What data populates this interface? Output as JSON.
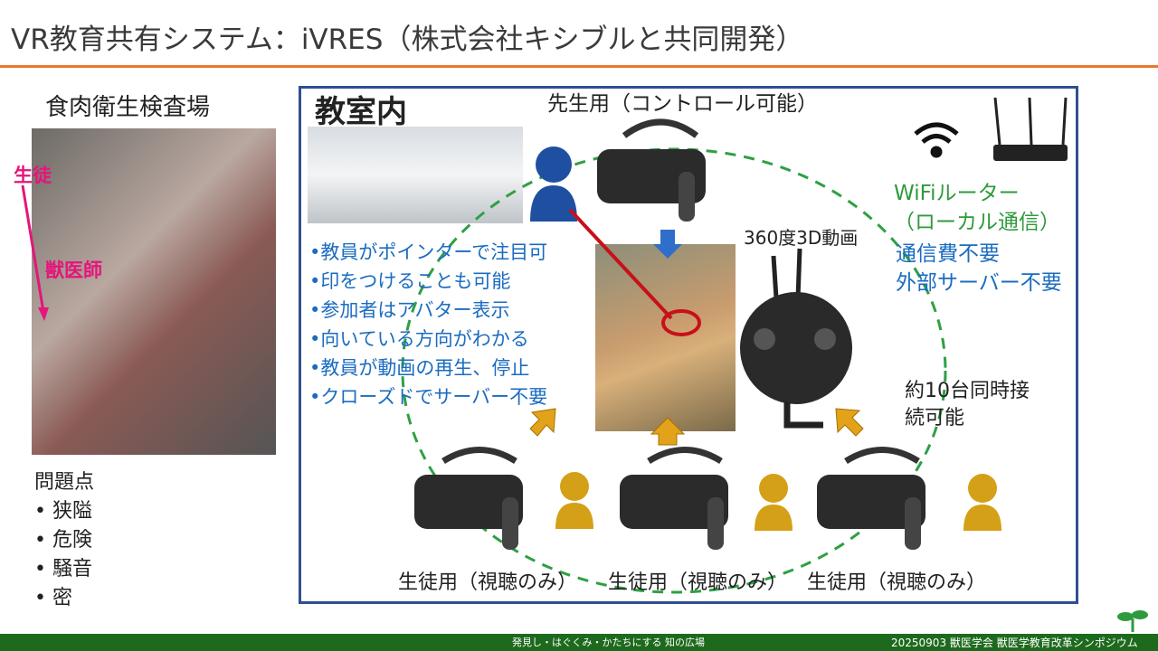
{
  "title": "VR教育共有システム：iVRES（株式会社キシブルと共同開発）",
  "left": {
    "heading": "食肉衛生検査場",
    "label_student": "生徒",
    "label_vet": "獣医師",
    "problems_title": "問題点",
    "problems": [
      "• 狭隘",
      "• 危険",
      "• 騒音",
      "• 密"
    ]
  },
  "room": {
    "heading": "教室内",
    "teacher_label": "先生用（コントロール可能）",
    "bullets": [
      "•教員がポインターで注目可",
      "•印をつけることも可能",
      "•参加者はアバター表示",
      "•向いている方向がわかる",
      "•教員が動画の再生、停止",
      "•クローズドでサーバー不要"
    ],
    "camera_label": "360度3D動画",
    "wifi_line1": "WiFiルーター",
    "wifi_line2": "（ローカル通信）",
    "cost_line1": "通信費不要",
    "cost_line2": "外部サーバー不要",
    "count_line1": "約10台同時接",
    "count_line2": "続可能",
    "student_labels": [
      "生徒用（視聴のみ）",
      "生徒用（視聴のみ）",
      "生徒用（視聴のみ）"
    ]
  },
  "footer": {
    "slogan": "発見し・はぐくみ・かたちにする 知の広場",
    "event": "20250903 獣医学会 獣医学教育改革シンポジウム"
  },
  "colors": {
    "accent": "#e8772e",
    "frame": "#2f4f8f",
    "blue_text": "#1b6cc0",
    "green_text": "#2e9a3c",
    "pink": "#e5157a",
    "footer": "#1d6a1d"
  }
}
